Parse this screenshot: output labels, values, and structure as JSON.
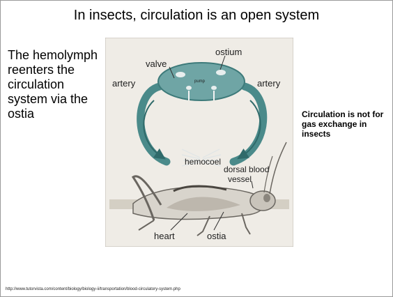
{
  "slide": {
    "title": "In insects, circulation is an open system",
    "body": "The hemolymph reenters the circulation system via the ostia",
    "note": "Circulation is not for gas exchange in insects",
    "source": "http://www.tutorvista.com/content/biology/biology-ii/transportation/blood-circulatory-system.php"
  },
  "figure": {
    "labels": {
      "ostium": "ostium",
      "valve": "valve",
      "pump": "pump",
      "artery_left": "artery",
      "artery_right": "artery",
      "hemocoel": "hemocoel",
      "dorsal_blood": "dorsal blood",
      "vessel": "vessel",
      "heart": "heart",
      "ostia": "ostia"
    }
  }
}
